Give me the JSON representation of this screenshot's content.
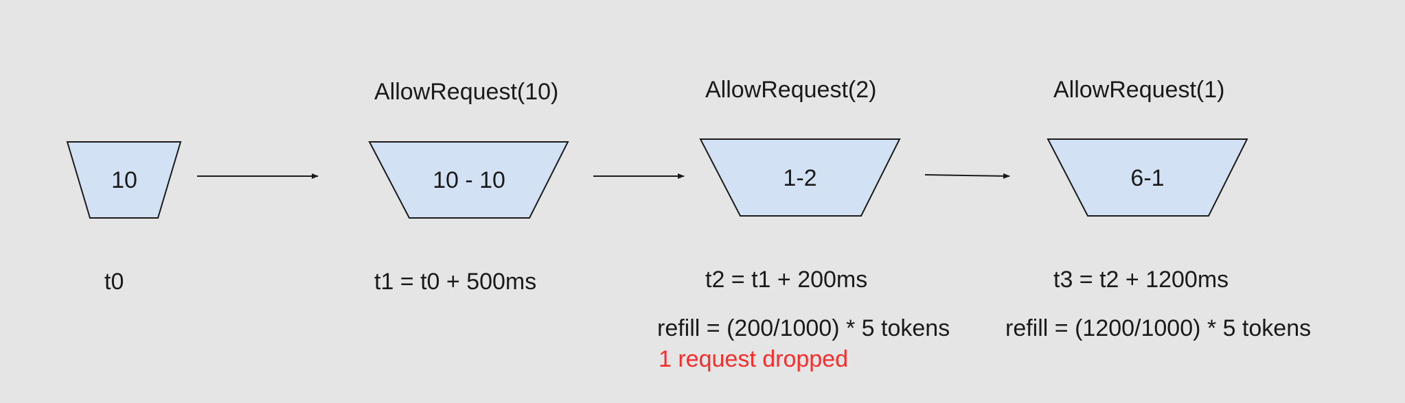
{
  "colors": {
    "background": "#e5e5e5",
    "bucket_fill": "#d2e2f4",
    "stroke": "#1a1a1a",
    "warning": "#ff2a2a"
  },
  "stages": [
    {
      "bucket_value": "10",
      "request": "",
      "time": "t0",
      "refill": "",
      "note": ""
    },
    {
      "bucket_value": "10 - 10",
      "request": "AllowRequest(10)",
      "time": "t1 = t0 + 500ms",
      "refill": "",
      "note": ""
    },
    {
      "bucket_value": "1-2",
      "request": "AllowRequest(2)",
      "time": "t2 = t1 + 200ms",
      "refill": "refill = (200/1000) * 5 tokens",
      "note": "1 request dropped"
    },
    {
      "bucket_value": "6-1",
      "request": "AllowRequest(1)",
      "time": "t3 = t2 + 1200ms",
      "refill": "refill = (1200/1000) * 5 tokens",
      "note": ""
    }
  ]
}
